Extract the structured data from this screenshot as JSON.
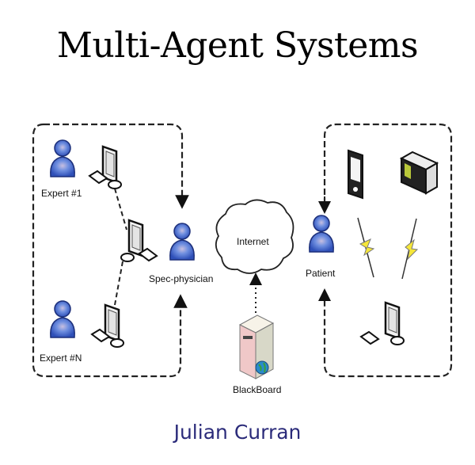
{
  "title": "Multi-Agent Systems",
  "author": "Julian Curran",
  "diagram": {
    "nodes": {
      "expert_1": "Expert #1",
      "expert_n": "Expert #N",
      "spec_physician": "Spec-physician",
      "internet": "Internet",
      "patient": "Patient",
      "blackboard": "BlackBoard"
    }
  },
  "colors": {
    "person": "#4a6fd0",
    "author": "#2b2b7a",
    "lightning": "#f5e63a",
    "server": "#f0c8c8"
  }
}
